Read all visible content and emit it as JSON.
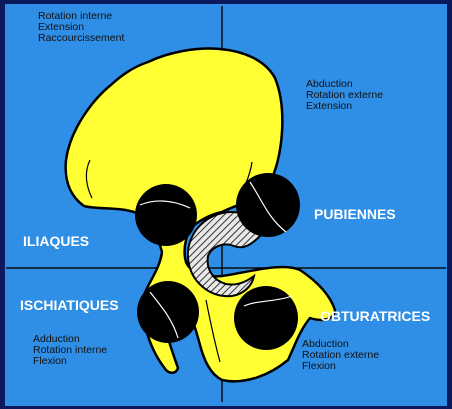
{
  "colors": {
    "frame": "#0a1a5c",
    "background": "#2f8ee6",
    "bone": "#ffff33",
    "circles": "#000000",
    "outline": "#000000",
    "white_text": "#ffffff"
  },
  "quadrants": {
    "top_left": {
      "lines": [
        "Rotation interne",
        "Extension",
        "Raccourcissement"
      ]
    },
    "top_right": {
      "lines": [
        "Abduction",
        "Rotation externe",
        "Extension"
      ]
    },
    "bottom_left": {
      "lines": [
        "Adduction",
        "Rotation interne",
        "Flexion"
      ]
    },
    "bottom_right": {
      "lines": [
        "Abduction",
        "Rotation externe",
        "Flexion"
      ]
    }
  },
  "muscle_groups": {
    "iliaques": "ILIAQUES",
    "pubiennes": "PUBIENNES",
    "ischiatiques": "ISCHIATIQUES",
    "obturatrices": "OBTURATRICES"
  }
}
